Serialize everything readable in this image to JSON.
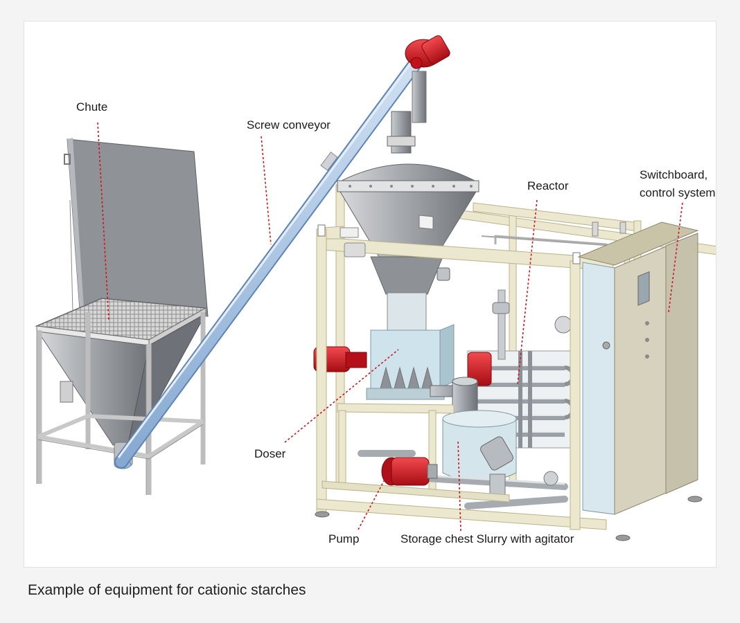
{
  "caption": "Example of equipment for cationic starches",
  "labels": {
    "chute": "Chute",
    "screw_conveyor": "Screw conveyor",
    "reactor": "Reactor",
    "switchboard_line1": "Switchboard,",
    "switchboard_line2": "control system",
    "doser": "Doser",
    "pump": "Pump",
    "storage_chest": "Storage chest Slurry with agitator"
  },
  "colors": {
    "leader_line": "#d0121b",
    "frame": "#ece8cf",
    "motor": "#d4151f",
    "conveyor": "#a9c6e6",
    "steel": "#9ea2a7",
    "glass_blue": "#d2e6ee"
  }
}
